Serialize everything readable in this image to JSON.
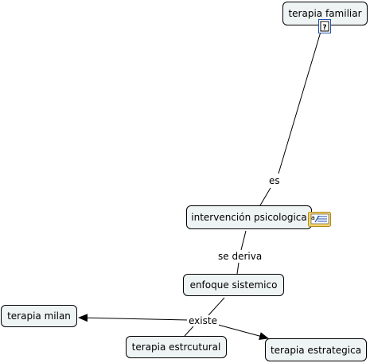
{
  "concepts": {
    "terapia_familiar": "terapia familiar",
    "intervencion": "intervención psicologica",
    "enfoque": "enfoque sistemico",
    "milan": "terapia milan",
    "estructural": "terapia estrcutural",
    "estrategica": "terapia estrategica"
  },
  "links": {
    "es": "es",
    "se_deriva": "se deriva",
    "existe": "existe"
  },
  "icons": {
    "familiar_resource": "question-document-icon",
    "intervencion_resource": "notes-document-icon"
  },
  "colors": {
    "node_fill": "#eef3f4",
    "node_border": "#000000",
    "line": "#000000",
    "icon_note": "#f3d36b"
  }
}
